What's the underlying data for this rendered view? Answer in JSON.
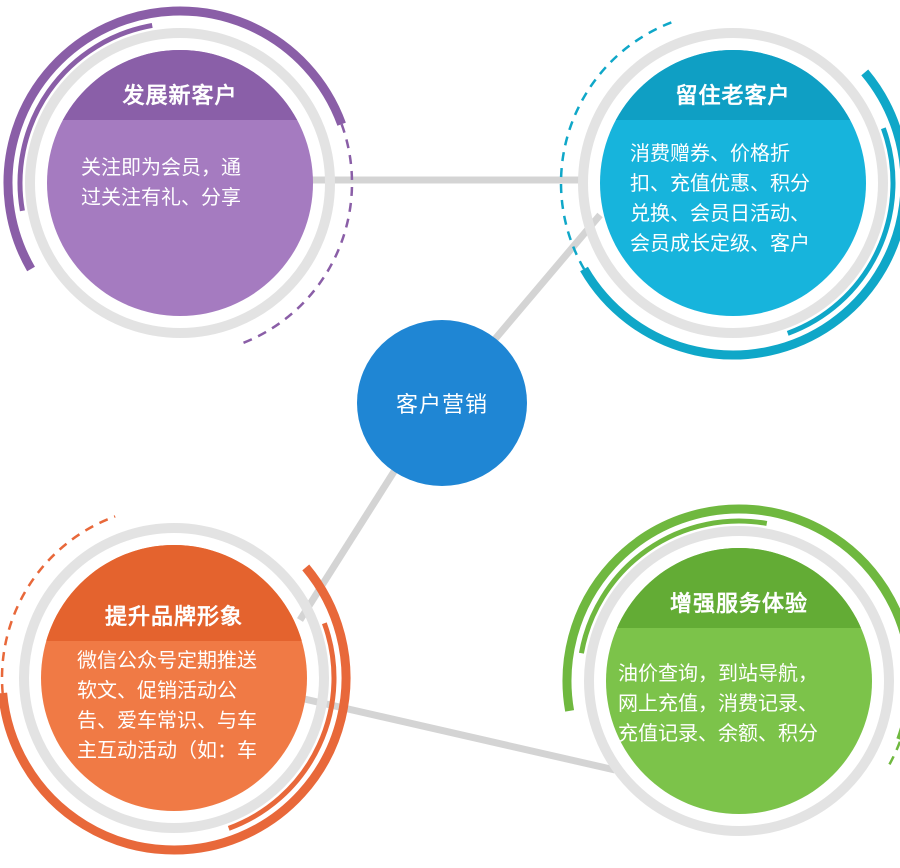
{
  "center": {
    "label": "客户营销",
    "color": "#1f86d4"
  },
  "nodes": [
    {
      "id": "develop",
      "title": "发展新客户",
      "lines": [
        "关注即为会员，通",
        "过关注有礼、分享"
      ],
      "color_head": "#8a5fa8",
      "color_body": "#a57bc0",
      "ring_color": "#8a5ea7"
    },
    {
      "id": "retain",
      "title": "留住老客户",
      "lines": [
        "消费赠券、价格折",
        "扣、充值优惠、积分",
        "兑换、会员日活动、",
        "会员成长定级、客户"
      ],
      "color_head": "#0f9fc4",
      "color_body": "#17b4dc",
      "ring_color": "#0fa7c8"
    },
    {
      "id": "brand",
      "title": "提升品牌形象",
      "lines": [
        "微信公众号定期推送",
        "软文、促销活动公",
        "告、爱车常识、与车",
        "主互动活动（如：车"
      ],
      "color_head": "#e4632e",
      "color_body": "#f07a45",
      "ring_color": "#e8683a"
    },
    {
      "id": "service",
      "title": "增强服务体验",
      "lines": [
        "油价查询，到站导航，",
        "网上充值，消费记录、",
        "充值记录、余额、积分"
      ],
      "color_head": "#63ac35",
      "color_body": "#7cc34a",
      "ring_color": "#6fb83f"
    }
  ]
}
